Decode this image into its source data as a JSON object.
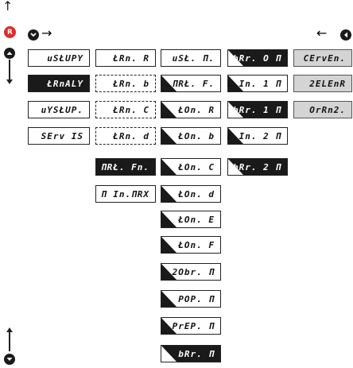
{
  "col1": [
    "uSŁUPY",
    "ŁRnALY",
    "uYSŁUP.",
    "SErv IS"
  ],
  "col2": [
    "ŁRn. R",
    "ŁRn. b",
    "ŁRn. C",
    "ŁRn. d",
    "ΠRŁ. Fn.",
    "Π In.ΠRX"
  ],
  "col3": [
    "uSŁ. Π.",
    "ΠRŁ. F.",
    "ŁOn. R",
    "ŁOn. b",
    "ŁOn. C",
    "ŁOn. d",
    "ŁOn. E",
    "ŁOn. F",
    "2Obr. Π",
    "POP. Π",
    "PrEP. Π",
    "bRr. Π"
  ],
  "col4": [
    "bRr. O Π",
    "L In. 1 Π",
    "bRr. 1 Π",
    "L In. 2 Π",
    "bRr. 2 Π"
  ],
  "col5": [
    "CErvEn.",
    "2ELEnR",
    "OrRn2."
  ],
  "icons": {
    "up_arrow": "↑",
    "reset_symbol": "R",
    "down_button": "▼",
    "right_arrow": "→",
    "left_arrow": "←",
    "left_button": "◀"
  }
}
